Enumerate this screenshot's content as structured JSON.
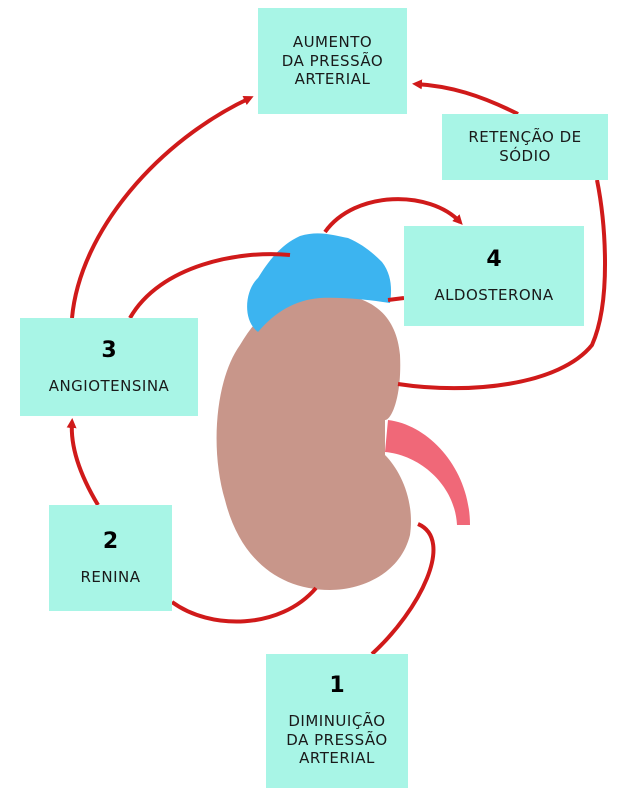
{
  "colors": {
    "box_fill": "#a8f5e6",
    "arrow": "#d01a1a",
    "kidney": "#c8968a",
    "adrenal_gland": "#3cb4f0",
    "ureter": "#f06878"
  },
  "boxes": {
    "aumento": {
      "number": "",
      "label": "AUMENTO\nDA PRESSÃO\nARTERIAL"
    },
    "retencao": {
      "number": "",
      "label": "RETENÇÃO DE\nSÓDIO"
    },
    "aldosterona": {
      "number": "4",
      "label": "ALDOSTERONA"
    },
    "angiotensina": {
      "number": "3",
      "label": "ANGIOTENSINA"
    },
    "renina": {
      "number": "2",
      "label": "RENINA"
    },
    "diminuicao": {
      "number": "1",
      "label": "DIMINUIÇÃO\nDA PRESSÃO\nARTERIAL"
    }
  }
}
